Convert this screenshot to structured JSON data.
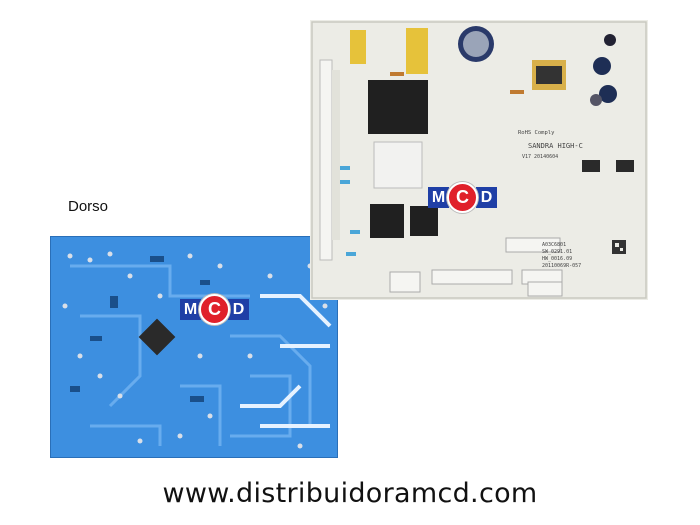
{
  "caption": {
    "dorso": "Dorso",
    "website": "www.distribuidoramcd.com"
  },
  "logo": {
    "letter_m": "M",
    "letter_c": "C",
    "letter_d": "D"
  },
  "board_front": {
    "brand_line": "SANDRA HIGH-C",
    "rohs": "RoHS Comply",
    "date_code": "V17  20140604",
    "serial_lines": [
      "A03C6801",
      "SW_0291.01",
      "HW_0016.09",
      "20110069R-057"
    ]
  },
  "colors": {
    "back_board": "#3d8fe0",
    "front_board": "#ecece6",
    "logo_blue": "#1f3fa6",
    "logo_red": "#e0202a"
  }
}
